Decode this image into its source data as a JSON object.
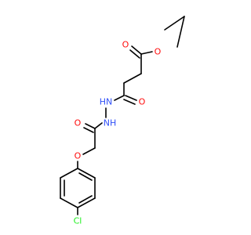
{
  "molecule": {
    "atoms": {
      "O_ester_carbonyl": {
        "label": "O",
        "color": "#ff0d0d"
      },
      "O_ester": {
        "label": "O",
        "color": "#ff0d0d"
      },
      "O_amide_1": {
        "label": "O",
        "color": "#ff0d0d"
      },
      "NH_1": {
        "label": "HN",
        "color": "#3050f8"
      },
      "NH_2": {
        "label": "NH",
        "color": "#3050f8"
      },
      "O_amide_2": {
        "label": "O",
        "color": "#ff0d0d"
      },
      "O_ether": {
        "label": "O",
        "color": "#ff0d0d"
      },
      "Cl": {
        "label": "Cl",
        "color": "#1ff01f"
      }
    }
  }
}
